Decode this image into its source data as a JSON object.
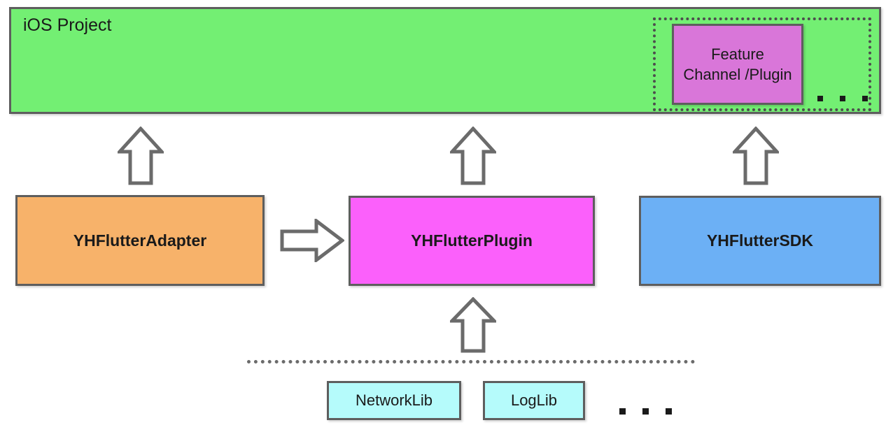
{
  "diagram": {
    "title_block": {
      "label": "iOS Project",
      "color": "#73ef73"
    },
    "feature_group": {
      "border_style": "dotted",
      "feature_box": {
        "line1": "Feature",
        "line2": "Channel /Plugin",
        "color": "#d976d9"
      },
      "ellipsis": "..."
    },
    "layer_boxes": [
      {
        "label": "YHFlutterAdapter",
        "color": "#f7b26a"
      },
      {
        "label": "YHFlutterPlugin",
        "color": "#fb60fb"
      },
      {
        "label": "YHFlutterSDK",
        "color": "#6cb0f5"
      }
    ],
    "library_boxes": [
      {
        "label": "NetworkLib",
        "color": "#b5fbfb"
      },
      {
        "label": "LogLib",
        "color": "#b5fbfb"
      }
    ],
    "library_ellipsis": "...",
    "arrows": [
      {
        "name": "adapter-to-ios-project",
        "direction": "up"
      },
      {
        "name": "plugin-to-ios-project",
        "direction": "up"
      },
      {
        "name": "sdk-to-ios-project",
        "direction": "up"
      },
      {
        "name": "adapter-to-plugin",
        "direction": "right"
      },
      {
        "name": "libraries-to-plugin",
        "direction": "up"
      }
    ],
    "stroke_color": "#5e5e5e",
    "arrow_fill": "#ffffff"
  }
}
